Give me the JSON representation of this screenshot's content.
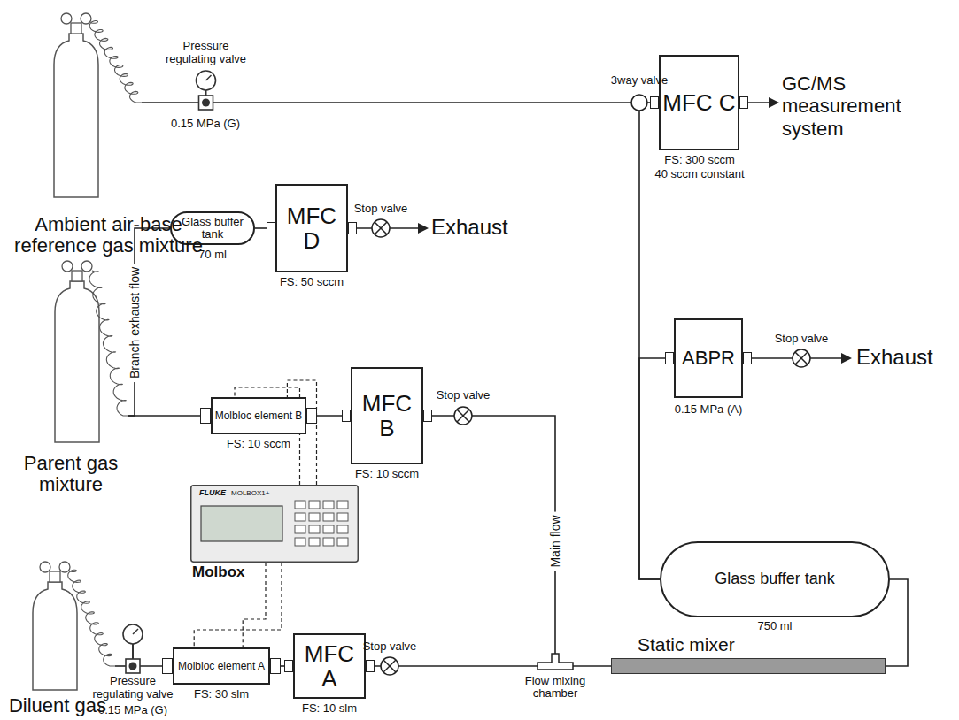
{
  "diagram": {
    "nodes": [
      {
        "text": [
          "MFC C"
        ]
      },
      {
        "text": [
          "Glass buffer tank"
        ]
      },
      {
        "text": [
          "MFC D"
        ]
      },
      {
        "text": [
          "Molbloc element B"
        ]
      },
      {
        "text": [
          "MFC B"
        ]
      },
      {
        "text": [
          "FLUKE",
          "MOLBOX1+",
          "Molbox"
        ]
      },
      {
        "text": [
          "ABPR"
        ]
      },
      {
        "text": [
          "Glass buffer tank"
        ]
      },
      {
        "text": [
          "Static mixer"
        ]
      },
      {
        "text": [
          "Molbloc element A"
        ]
      },
      {
        "text": [
          "MFC A"
        ]
      },
      {
        "text": [
          "Flow mixing chamber"
        ]
      },
      {
        "text": [
          "Ambient air-base reference gas mixture"
        ]
      },
      {
        "text": [
          "Parent gas mixture"
        ]
      },
      {
        "text": [
          "Diluent gas"
        ]
      },
      {
        "text": [
          "3way valve"
        ]
      },
      {
        "text": [
          "Pressure regulating valve"
        ]
      },
      {
        "text": [
          "Pressure regulating valve"
        ]
      }
    ],
    "edges": [
      {
        "from": 12,
        "to": 16,
        "arrow": "none"
      },
      {
        "from": 16,
        "to": 15,
        "arrow": "none"
      },
      {
        "from": 15,
        "to": 0,
        "arrow": "none"
      },
      {
        "from": 13,
        "to": 3,
        "arrow": "none"
      },
      {
        "from": 13,
        "to": 1,
        "arrow": "none",
        "label": "Branch exhaust flow"
      },
      {
        "from": 1,
        "to": 2,
        "arrow": "none"
      },
      {
        "from": 3,
        "to": 4,
        "arrow": "none"
      },
      {
        "from": 4,
        "to": 11,
        "arrow": "none",
        "label": "Main flow"
      },
      {
        "from": 14,
        "to": 17,
        "arrow": "none"
      },
      {
        "from": 17,
        "to": 9,
        "arrow": "none"
      },
      {
        "from": 9,
        "to": 10,
        "arrow": "none"
      },
      {
        "from": 10,
        "to": 11,
        "arrow": "none"
      },
      {
        "from": 11,
        "to": 8,
        "arrow": "none"
      },
      {
        "from": 8,
        "to": 7,
        "arrow": "none"
      },
      {
        "from": 7,
        "to": 15,
        "arrow": "none"
      },
      {
        "from": 7,
        "to": 6,
        "arrow": "none"
      },
      {
        "from": 5,
        "to": 3,
        "arrow": "none"
      },
      {
        "from": 5,
        "to": 3,
        "arrow": "none"
      },
      {
        "from": 5,
        "to": 9,
        "arrow": "none"
      },
      {
        "from": 5,
        "to": 9,
        "arrow": "none"
      }
    ],
    "labels": [
      "0.15 MPa (G)",
      "FS: 300 sccm",
      "40 sccm constant",
      "GC/MS measurement system",
      "70 ml",
      "FS: 50 sccm",
      "Stop valve",
      "Exhaust",
      "FS: 10 sccm",
      "FS: 10 sccm",
      "Stop valve",
      "0.15 MPa (A)",
      "Stop valve",
      "Exhaust",
      "750 ml",
      "FS: 30 slm",
      "FS: 10 slm",
      "Stop valve",
      "0.15 MPa (G)"
    ]
  }
}
